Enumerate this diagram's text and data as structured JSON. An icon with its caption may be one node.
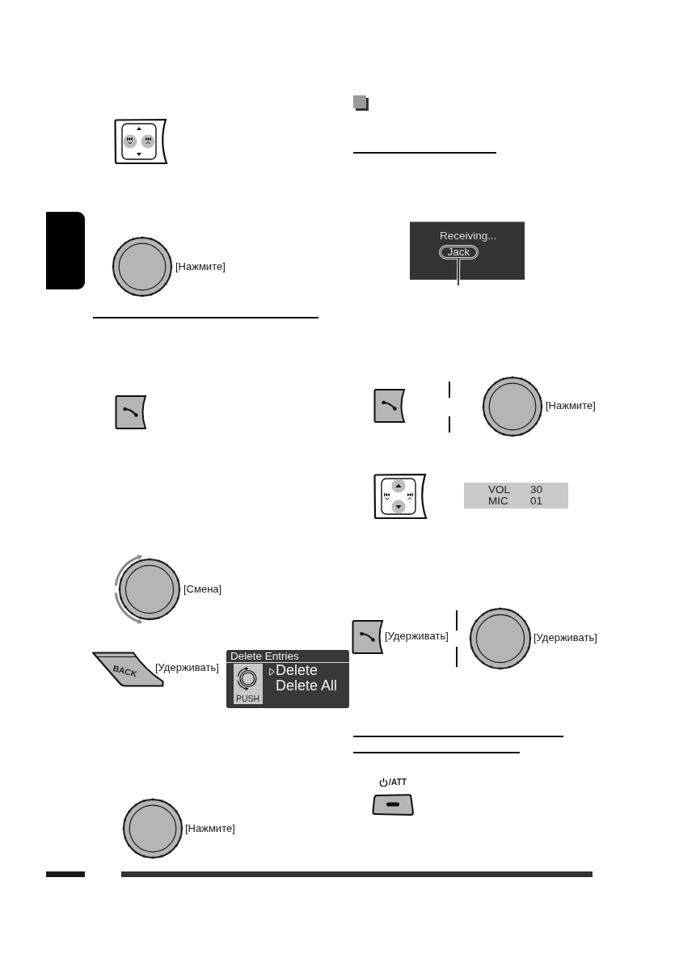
{
  "diagram": {
    "nodes": [
      {
        "text": [
          "BACK"
        ]
      },
      {
        "text": [
          "Delete Entries",
          "Delete",
          "Delete All"
        ]
      },
      {
        "text": [
          "PUSH"
        ],
        "in": 1
      },
      {
        "text": [
          "Receiving..."
        ]
      },
      {
        "text": [
          "Jack"
        ],
        "in": 3
      },
      {
        "text": [
          "VOL",
          "30",
          "MIC",
          "01"
        ]
      }
    ],
    "edges": [
      {
        "from": null,
        "to": 4,
        "arrow": "none"
      }
    ],
    "labels": [
      "[Нажмите]",
      "[Смена]",
      "[Удерживать]",
      "[Нажмите]",
      "[Нажмите]",
      "[Удерживать]",
      "[Удерживать]",
      "/ATT"
    ]
  }
}
